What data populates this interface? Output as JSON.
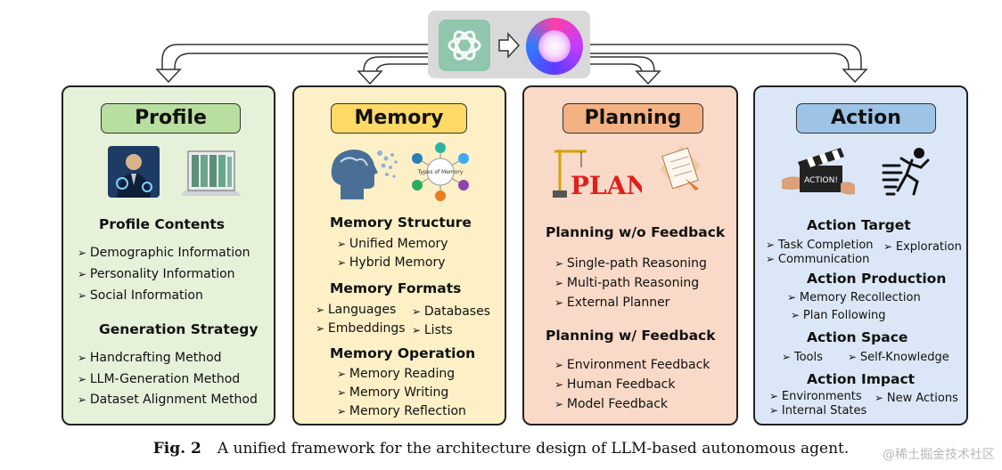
{
  "profile": {
    "title": "Profile",
    "section1": "Profile Contents",
    "items1": [
      "Demographic Information",
      "Personality Information",
      "Social Information"
    ],
    "section2": "Generation Strategy",
    "items2": [
      "Handcrafting Method",
      "LLM-Generation Method",
      "Dataset  Alignment Method"
    ],
    "colors": {
      "panel": "#e6f1da",
      "title": "#b8dea0"
    }
  },
  "memory": {
    "title": "Memory",
    "image_label": "Types of Memory",
    "section1": "Memory Structure",
    "items1": [
      "Unified Memory",
      "Hybrid Memory"
    ],
    "section2": "Memory Formats",
    "items2": [
      "Languages",
      "Databases",
      "Embeddings",
      "Lists"
    ],
    "section3": "Memory Operation",
    "items3": [
      "Memory Reading",
      "Memory Writing",
      "Memory Reflection"
    ],
    "colors": {
      "panel": "#fdf0c6",
      "title": "#ffd966"
    }
  },
  "planning": {
    "title": "Planning",
    "image_label": "PLAN",
    "section1": "Planning w/o Feedback",
    "items1": [
      "Single-path Reasoning",
      "Multi-path Reasoning",
      "External Planner"
    ],
    "section2": "Planning w/ Feedback",
    "items2": [
      "Environment Feedback",
      "Human Feedback",
      "Model Feedback"
    ],
    "colors": {
      "panel": "#f9d9c7",
      "title": "#f4b183"
    }
  },
  "action": {
    "title": "Action",
    "image_label": "ACTION!",
    "section1": "Action Target",
    "items1": [
      "Task Completion",
      "Exploration",
      "Communication"
    ],
    "section2": "Action Production",
    "items2": [
      "Memory Recollection",
      "Plan Following"
    ],
    "section3": "Action Space",
    "items3": [
      "Tools",
      "Self-Knowledge"
    ],
    "section4": "Action Impact",
    "items4": [
      "Environments",
      "New Actions",
      "Internal States"
    ],
    "colors": {
      "panel": "#dbe7f6",
      "title": "#9dc3e6"
    }
  },
  "header": {
    "icons": [
      "openai-logo-icon",
      "right-arrow-icon",
      "ai-brain-logo-icon"
    ],
    "colors": {
      "box": "#d9d9d9"
    }
  },
  "caption": {
    "label": "Fig. 2",
    "text": "A unified framework for the architecture design of LLM-based autonomous agent."
  },
  "watermark": "@稀土掘金技术社区"
}
